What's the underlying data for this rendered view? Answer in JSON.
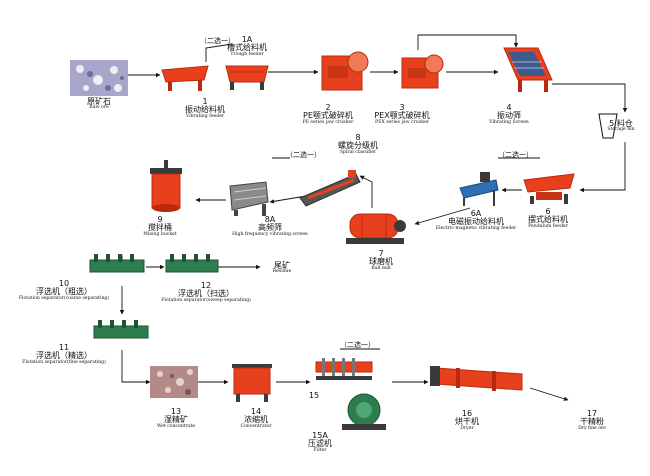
{
  "alt_label": "（二选一）",
  "nodes": [
    {
      "id": "raw_ore",
      "num": "",
      "cn": "原矿石",
      "en": "Raw ore"
    },
    {
      "id": "vibrating_feeder",
      "num": "1",
      "cn": "振动给料机",
      "en": "Vibrating feeder"
    },
    {
      "id": "trough_feeder",
      "num": "1A",
      "cn": "槽式给料机",
      "en": "Trough feeder"
    },
    {
      "id": "pe_crusher",
      "num": "2",
      "cn": "PE颚式破碎机",
      "en": "PE series jaw crusher"
    },
    {
      "id": "pex_crusher",
      "num": "3",
      "cn": "PEX颚式破碎机",
      "en": "PEX series jaw crusher"
    },
    {
      "id": "vibrating_screen",
      "num": "4",
      "cn": "振动筛",
      "en": "Vibrating Screen"
    },
    {
      "id": "storage_bin",
      "num": "5",
      "cn": "料仓",
      "en": "Storage bin"
    },
    {
      "id": "pendulum_feeder",
      "num": "6",
      "cn": "摆式给料机",
      "en": "Pendulum feeder"
    },
    {
      "id": "em_feeder",
      "num": "6A",
      "cn": "电磁振动给料机",
      "en": "Electric-magnetic vibrating feeder"
    },
    {
      "id": "ball_mill",
      "num": "7",
      "cn": "球磨机",
      "en": "Ball mill"
    },
    {
      "id": "spiral_classifier",
      "num": "8",
      "cn": "螺旋分级机",
      "en": "Spiral classifier"
    },
    {
      "id": "hf_screen",
      "num": "8A",
      "cn": "高频筛",
      "en": "High frequency vibrating screen"
    },
    {
      "id": "mixing_bucket",
      "num": "9",
      "cn": "搅拌桶",
      "en": "Mixing bucket"
    },
    {
      "id": "flot_coarse",
      "num": "10",
      "cn": "浮选机（粗选）",
      "en": "Flotation separator(coarse separating)"
    },
    {
      "id": "flot_fine",
      "num": "11",
      "cn": "浮选机（精选）",
      "en": "Flotation separator(fine separating)"
    },
    {
      "id": "flot_sweep",
      "num": "12",
      "cn": "浮选机（扫选）",
      "en": "Flotation separator(sweep separating)"
    },
    {
      "id": "residue",
      "num": "",
      "cn": "尾矿",
      "en": "Residue"
    },
    {
      "id": "wet_concentrate",
      "num": "13",
      "cn": "湿精矿",
      "en": "Wet concentrate"
    },
    {
      "id": "concentrator",
      "num": "14",
      "cn": "浓缩机",
      "en": "Concentrator"
    },
    {
      "id": "filter_15",
      "num": "15",
      "cn": "",
      "en": ""
    },
    {
      "id": "filter_15a",
      "num": "15A",
      "cn": "压滤机",
      "en": "Filter"
    },
    {
      "id": "dryer",
      "num": "16",
      "cn": "烘干机",
      "en": "Dryer"
    },
    {
      "id": "dry_fine_ore",
      "num": "17",
      "cn": "干精粉",
      "en": "Dry fine ore"
    }
  ],
  "colors": {
    "machine": "#e8401c",
    "machine_dark": "#b82a0e",
    "steel": "#3a3a3a",
    "flotation": "#2e7d4f",
    "ore": "#a7a5c9",
    "concentrate": "#b38a86",
    "line": "#111111"
  }
}
